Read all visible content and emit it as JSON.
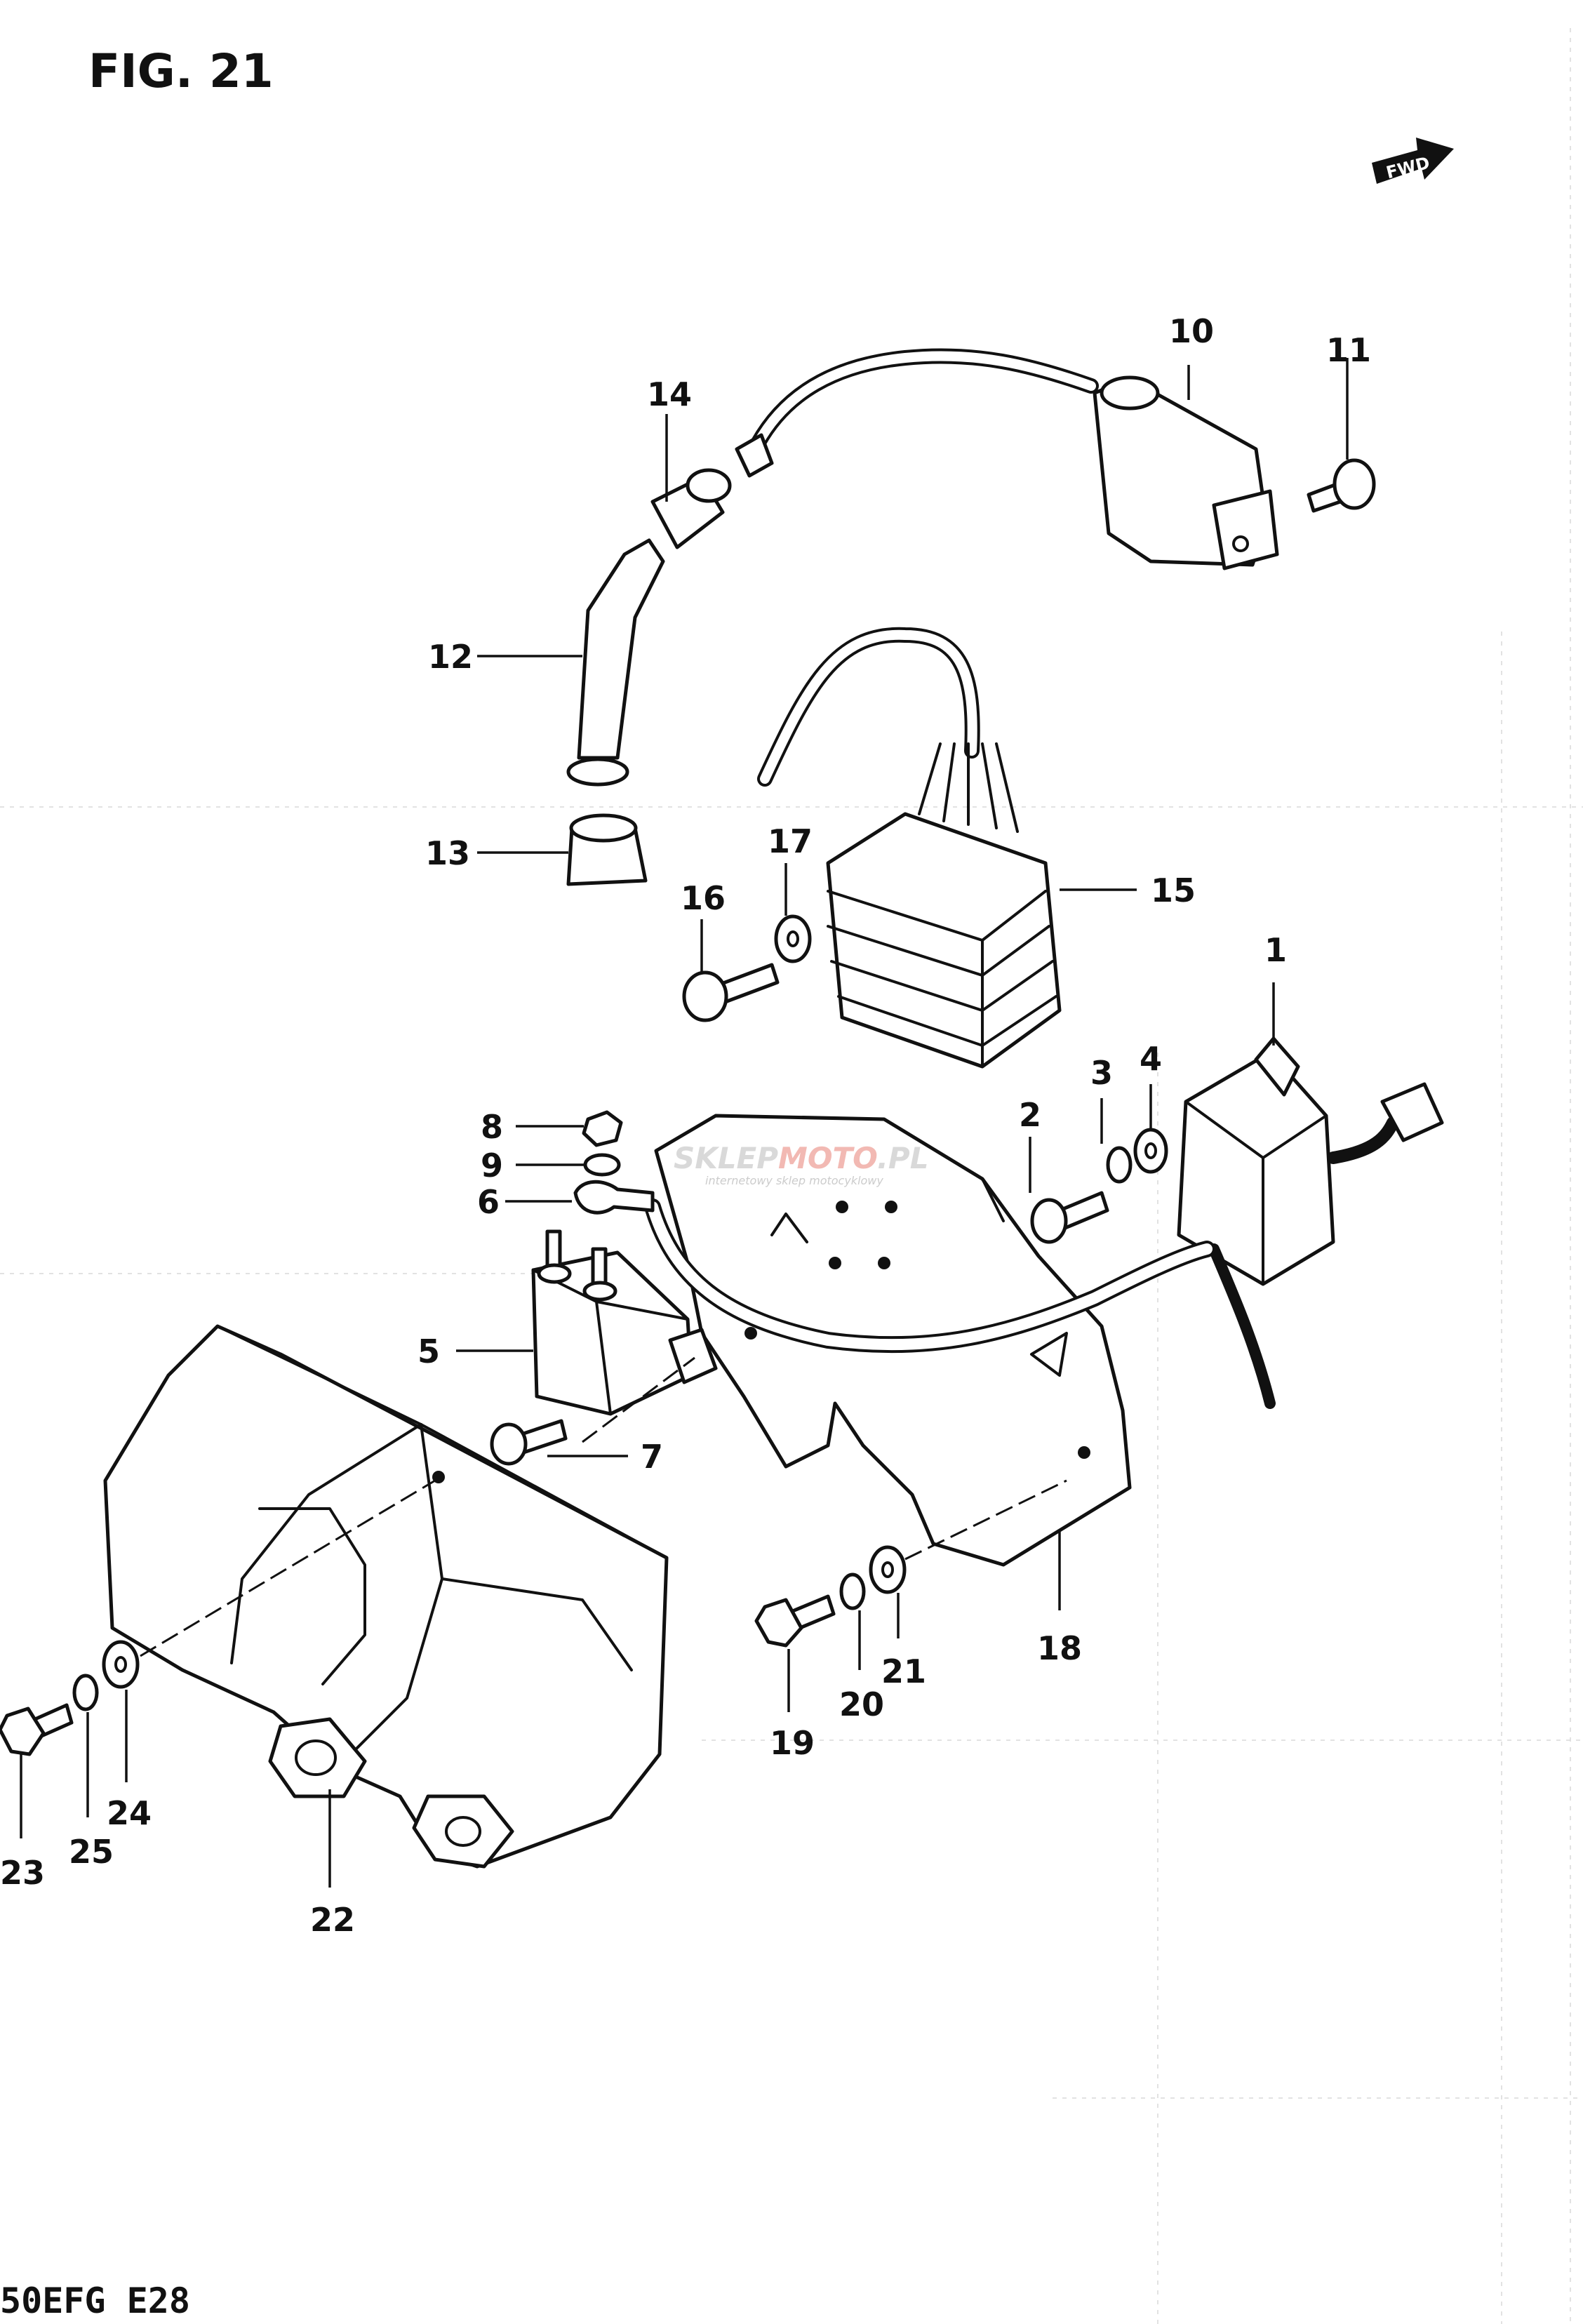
{
  "figure": {
    "title": "FIG. 21",
    "model_code": "50EFG  E28",
    "fwd_label": "FWD"
  },
  "watermark": {
    "part1": "SKLEP",
    "part2": "MOTO",
    "part3": ".PL",
    "tagline": "internetowy sklep motocyklowy"
  },
  "callouts": [
    {
      "id": "1",
      "part": "igniter-unit"
    },
    {
      "id": "2",
      "part": "igniter-bolt"
    },
    {
      "id": "3",
      "part": "lock-washer"
    },
    {
      "id": "4",
      "part": "washer"
    },
    {
      "id": "5",
      "part": "starter-relay"
    },
    {
      "id": "6",
      "part": "terminal"
    },
    {
      "id": "7",
      "part": "relay-screw"
    },
    {
      "id": "8",
      "part": "nut"
    },
    {
      "id": "9",
      "part": "washer"
    },
    {
      "id": "10",
      "part": "ignition-coil"
    },
    {
      "id": "11",
      "part": "coil-bolt"
    },
    {
      "id": "12",
      "part": "plug-cap"
    },
    {
      "id": "13",
      "part": "cap-seal"
    },
    {
      "id": "14",
      "part": "cap-joint"
    },
    {
      "id": "15",
      "part": "regulator-rectifier"
    },
    {
      "id": "16",
      "part": "regulator-screw"
    },
    {
      "id": "17",
      "part": "washer"
    },
    {
      "id": "18",
      "part": "bracket"
    },
    {
      "id": "19",
      "part": "bracket-bolt"
    },
    {
      "id": "20",
      "part": "lock-washer"
    },
    {
      "id": "21",
      "part": "washer"
    },
    {
      "id": "22",
      "part": "battery-case"
    },
    {
      "id": "23",
      "part": "case-bolt"
    },
    {
      "id": "24",
      "part": "washer"
    },
    {
      "id": "25",
      "part": "lock-washer"
    }
  ]
}
